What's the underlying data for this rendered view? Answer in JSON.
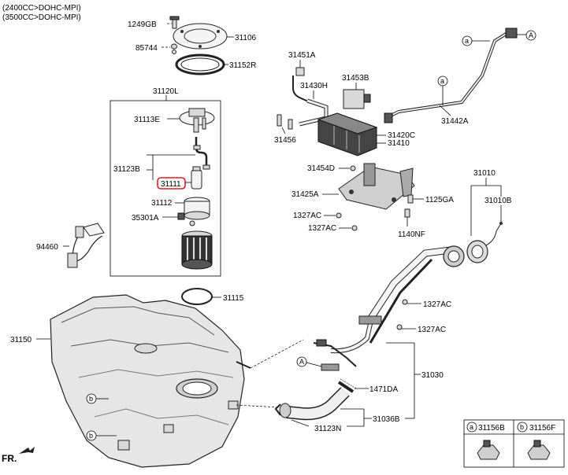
{
  "header": {
    "line1": "(2400CC>DOHC-MPI)",
    "line2": "(3500CC>DOHC-MPI)"
  },
  "labels": {
    "p1249GB": "1249GB",
    "p85744": "85744",
    "p31106": "31106",
    "p31152R": "31152R",
    "p31120L": "31120L",
    "p31113E": "31113E",
    "p31123B": "31123B",
    "p31111": "31111",
    "p31112": "31112",
    "p35301A": "35301A",
    "p94460": "94460",
    "p31115": "31115",
    "p31150": "31150",
    "p31451A": "31451A",
    "p31430H": "31430H",
    "p31453B": "31453B",
    "p31456": "31456",
    "p31420C": "31420C",
    "p31410": "31410",
    "p31454D": "31454D",
    "p31425A": "31425A",
    "p1327AC_a": "1327AC",
    "p1327AC_b": "1327AC",
    "p1125GA": "1125GA",
    "p1140NF": "1140NF",
    "p31442A": "31442A",
    "p31010": "31010",
    "p31010B": "31010B",
    "p1327AC_c": "1327AC",
    "p1327AC_d": "1327AC",
    "p31030": "31030",
    "p1471DA": "1471DA",
    "p31036B": "31036B",
    "p31123N": "31123N"
  },
  "circle_markers": {
    "a": "a",
    "b": "b",
    "A": "A"
  },
  "legend": {
    "item_a_code": "31156B",
    "item_b_code": "31156F",
    "item_a_letter": "a",
    "item_b_letter": "b"
  },
  "direction_label": "FR.",
  "highlight": {
    "part": "31111",
    "color": "#d62020"
  }
}
